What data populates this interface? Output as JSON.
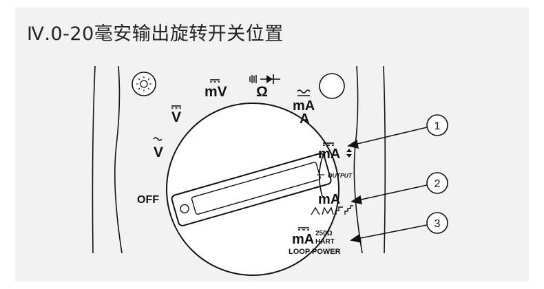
{
  "title": "Ⅳ.0-20毫安输出旋转开关位置",
  "dial": {
    "off": "OFF",
    "volts_ac": "V",
    "volts_dc": "V",
    "millivolts": "mV",
    "ohms": "Ω",
    "milliamps": "mA",
    "amps": "A",
    "ma_output": "mA",
    "output": "OUTPUT",
    "ma_simulate": "mA",
    "ma_hart": "mA",
    "hart_ohm": "250Ω",
    "hart": "HART",
    "loop_power": "LOOP POWER"
  },
  "callouts": [
    "1",
    "2",
    "3"
  ],
  "colors": {
    "frame": "#f2f2f2",
    "ink": "#111111"
  }
}
